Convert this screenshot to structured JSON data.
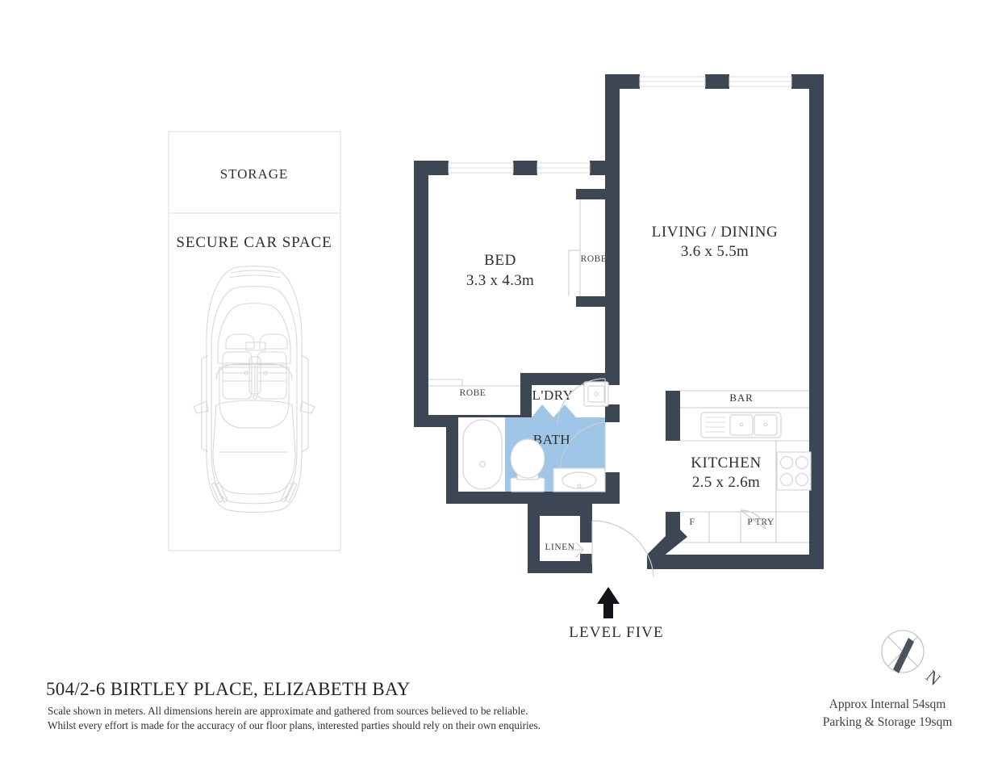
{
  "document": {
    "title": "504/2-6 BIRTLEY PLACE, ELIZABETH BAY",
    "disclaimer_line1": "Scale shown in meters. All dimensions herein are approximate and gathered from sources believed to be  reliable.",
    "disclaimer_line2": "Whilst every effort is made for the accuracy of our floor plans, interested parties should rely on their own enquiries.",
    "level_label": "LEVEL FIVE"
  },
  "areas": {
    "internal": "Approx Internal 54sqm",
    "parking": "Parking & Storage 19sqm"
  },
  "compass": {
    "north_letter": "N"
  },
  "parking_block": {
    "storage_label": "STORAGE",
    "car_space_label": "SECURE CAR SPACE"
  },
  "rooms": {
    "bed": {
      "name": "BED",
      "dimensions": "3.3 x 4.3m"
    },
    "living": {
      "name": "LIVING / DINING",
      "dimensions": "3.6 x 5.5m"
    },
    "kitchen": {
      "name": "KITCHEN",
      "dimensions": "2.5 x 2.6m"
    },
    "bath": {
      "name": "BATH"
    },
    "laundry": {
      "name": "L'DRY"
    }
  },
  "annotations": {
    "robe_right": "ROBE",
    "robe_bottom": "ROBE",
    "linen": "LINEN",
    "bar": "BAR",
    "fridge": "F",
    "pantry": "P'TRY"
  },
  "colors": {
    "wall": "#3d4754",
    "bath_fill": "#9fc6e7",
    "text": "#2b2f36",
    "thin_line": "#c9ccd1"
  }
}
